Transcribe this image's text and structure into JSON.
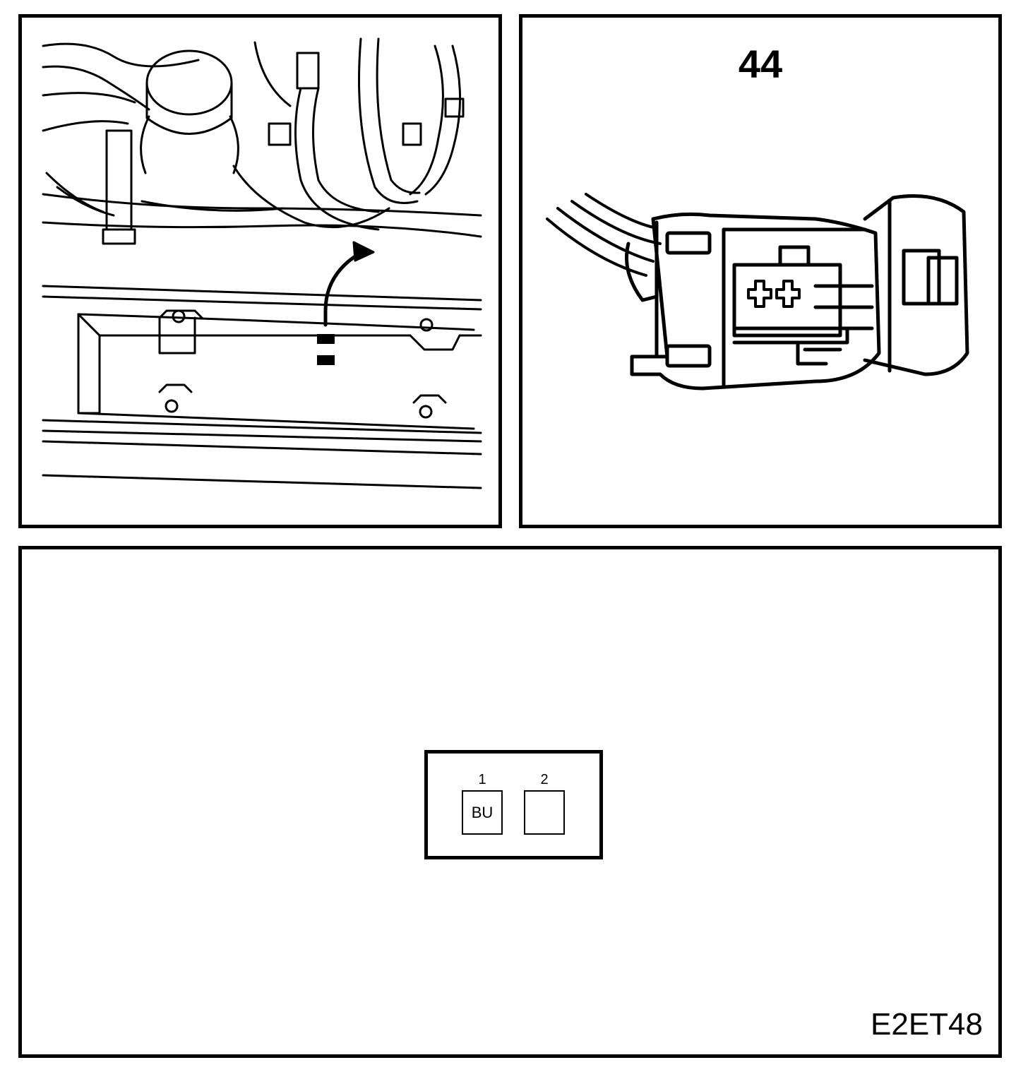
{
  "connector": {
    "number": "44",
    "pins": [
      {
        "number": "1",
        "color_code": "BU"
      },
      {
        "number": "2",
        "color_code": ""
      }
    ]
  },
  "drawing_code": "E2ET48"
}
